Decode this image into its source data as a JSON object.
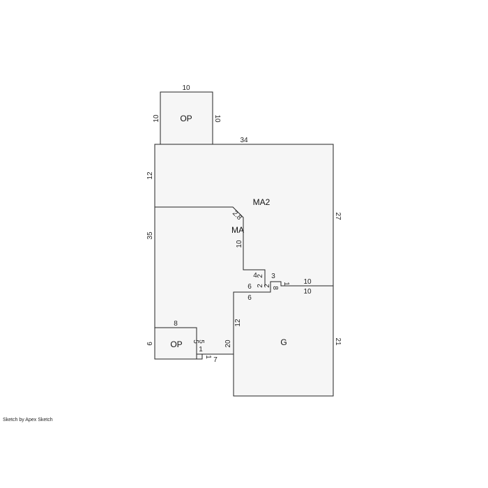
{
  "footer": "Sketch by Apex Sketch",
  "areas": {
    "op_top": "OP",
    "ma2": "MA2",
    "ma": "MA",
    "garage": "G",
    "op_bottom": "OP"
  },
  "dimensions": {
    "op_top_top": "10",
    "op_top_left": "10",
    "op_top_right": "10",
    "ma2_top": "34",
    "ma2_left": "12",
    "ma2_right": "27",
    "ma_left": "35",
    "diag": "2.8",
    "step_10": "10",
    "step_4": "4",
    "step_2a": "2",
    "step_3": "3",
    "step_1": "1",
    "step_2b": "2",
    "step_8": "8",
    "step_6a": "6",
    "step_2c": "2",
    "g_top_upper": "10",
    "g_top_lower": "10",
    "g_step_6": "6",
    "g_left_12": "12",
    "g_right": "21",
    "ma_left_20": "20",
    "op_b_top": "8",
    "op_b_left": "6",
    "op_b_right_a": "5",
    "op_b_right_b": "5",
    "op_b_1a": "1",
    "op_b_1b": "1",
    "op_b_7": "7"
  }
}
